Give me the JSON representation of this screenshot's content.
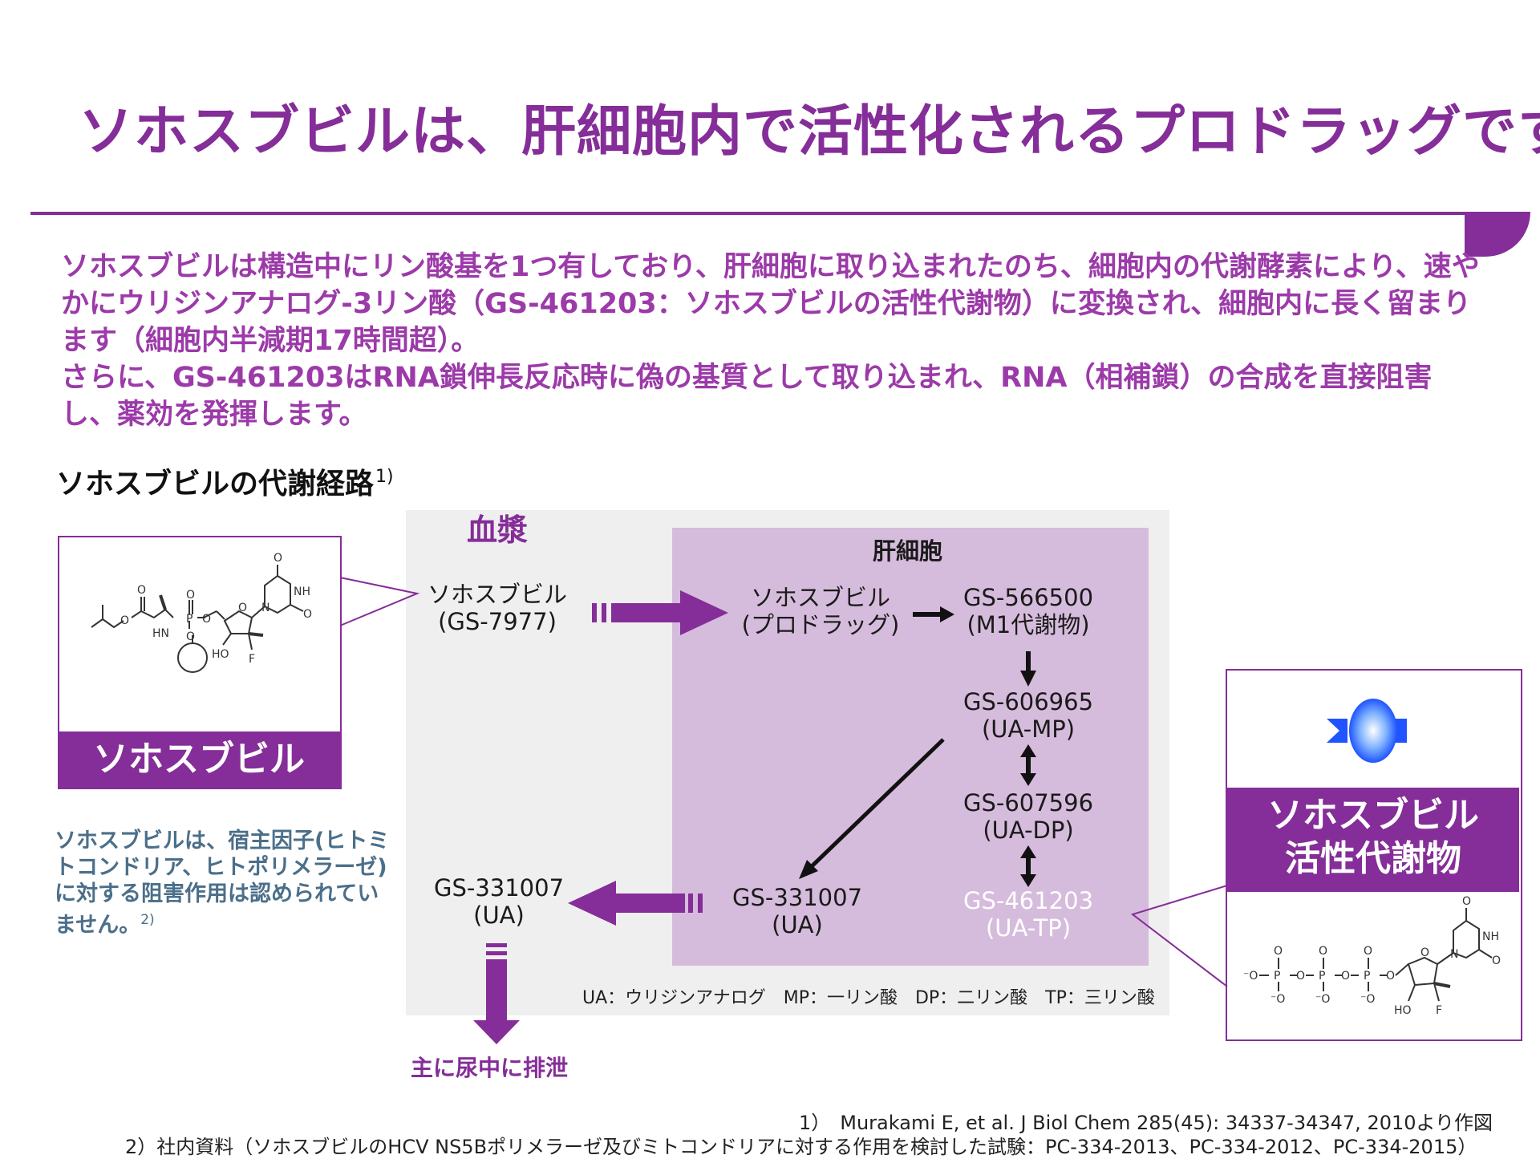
{
  "title": "ソホスブビルは、肝細胞内で活性化されるプロドラッグです",
  "intro": {
    "paragraph1": "ソホスブビルは構造中にリン酸基を1つ有しており、肝細胞に取り込まれたのち、細胞内の代謝酵素により、速やかにウリジンアナログ-3リン酸（GS-461203：ソホスブビルの活性代謝物）に変換され、細胞内に長く留まります（細胞内半減期17時間超）。",
    "paragraph2": "さらに、GS-461203はRNA鎖伸長反応時に偽の基質として取り込まれ、RNA（相補鎖）の合成を直接阻害し、薬効を発揮します。"
  },
  "section": {
    "title": "ソホスブビルの代謝経路",
    "ref_mark": "1)"
  },
  "diagram": {
    "plasma_label": "血漿",
    "liver_label": "肝細胞",
    "nodes": {
      "plasma_sofosbuvir": {
        "name": "ソホスブビル",
        "code": "(GS-7977)"
      },
      "liver_prodrug": {
        "name": "ソホスブビル",
        "code": "(プロドラッグ)"
      },
      "m1": {
        "name": "GS-566500",
        "code": "(M1代謝物)"
      },
      "mp": {
        "name": "GS-606965",
        "code": "(UA-MP)"
      },
      "dp": {
        "name": "GS-607596",
        "code": "(UA-DP)"
      },
      "tp": {
        "name": "GS-461203",
        "code": "(UA-TP)"
      },
      "ua_liver": {
        "name": "GS-331007",
        "code": "(UA)"
      },
      "ua_plasma": {
        "name": "GS-331007",
        "code": "(UA)"
      }
    },
    "excretion": "主に尿中に排泄",
    "legend": "UA：ウリジンアナログ　MP：一リン酸　DP：二リン酸　TP：三リン酸",
    "colors": {
      "accent": "#852d98",
      "liver_bg": "#d6bcdc",
      "plasma_bg": "#efefef",
      "note_text": "#4b6f8a"
    }
  },
  "drug_panel": {
    "banner": "ソホスブビル",
    "atom_labels": {
      "o": "O",
      "nh": "NH",
      "n": "N",
      "hn": "HN",
      "p": "P",
      "ho": "HO",
      "f": "F"
    }
  },
  "note": {
    "text": "ソホスブビルは、宿主因子(ヒトミトコンドリア、ヒトポリメラーゼ)に対する阻害作用は認められていません。",
    "ref_mark": "2)"
  },
  "active_panel": {
    "banner_line1": "ソホスブビル",
    "banner_line2": "活性代謝物",
    "atom_labels": {
      "o": "O",
      "nh": "NH",
      "n": "N",
      "p": "P",
      "ho": "HO",
      "f": "F",
      "o_minus": "⁻O"
    }
  },
  "references": {
    "ref1": "1）　Murakami E, et al. J Biol Chem 285(45): 34337-34347, 2010より作図",
    "ref2": "2）社内資料（ソホスブビルのHCV NS5Bポリメラーゼ及びミトコンドリアに対する作用を検討した試験：PC-334-2013、PC-334-2012、PC-334-2015）"
  }
}
